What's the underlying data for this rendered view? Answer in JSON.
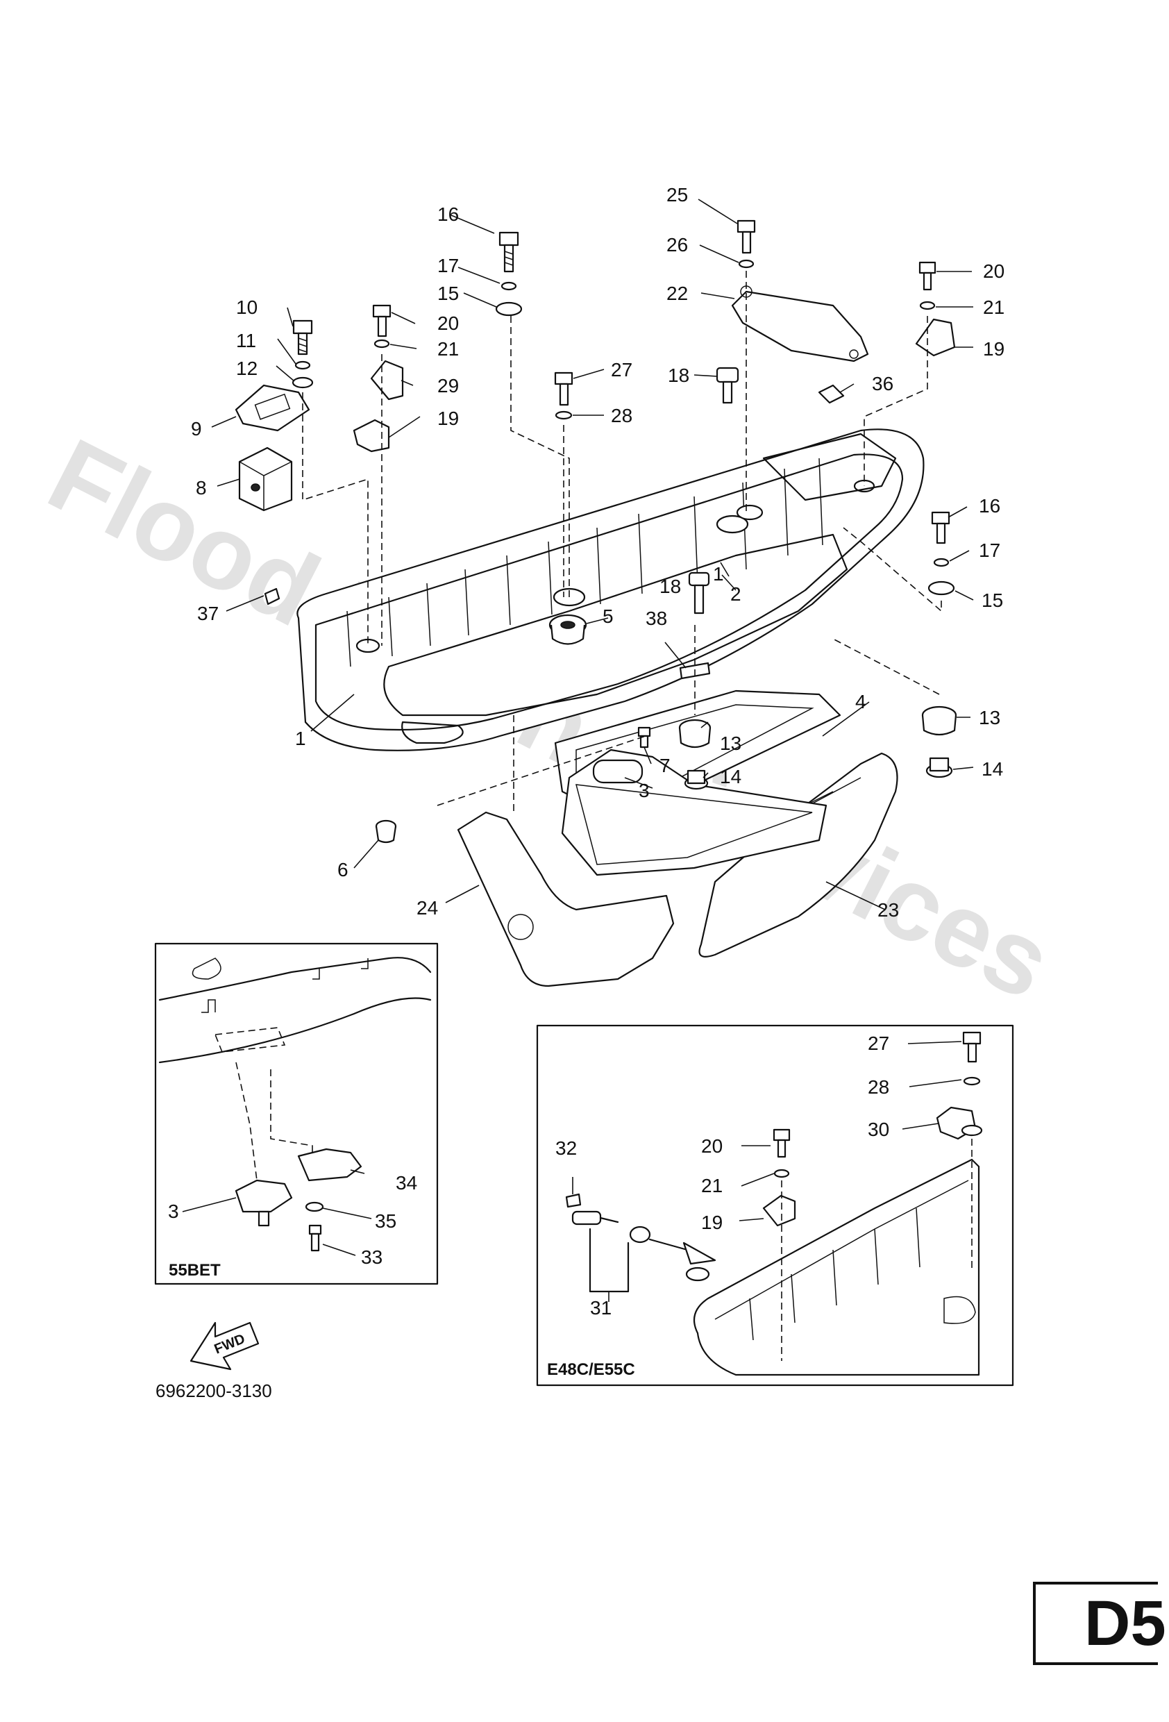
{
  "watermark": "Flood Marine Services",
  "part_number": "6962200-3130",
  "page_id": "D5",
  "direction_arrow": "FWD",
  "insets": {
    "left": "55BET",
    "right": "E48C/E55C"
  },
  "callouts": {
    "c1": "1",
    "c1b": "1",
    "c2": "2",
    "c3": "3",
    "c3b": "3",
    "c4": "4",
    "c5": "5",
    "c6": "6",
    "c7": "7",
    "c8": "8",
    "c9": "9",
    "c10": "10",
    "c11": "11",
    "c12": "12",
    "c13a": "13",
    "c13b": "13",
    "c14a": "14",
    "c14b": "14",
    "c15a": "15",
    "c15b": "15",
    "c16a": "16",
    "c16b": "16",
    "c17a": "17",
    "c17b": "17",
    "c18a": "18",
    "c18b": "18",
    "c19a": "19",
    "c19b": "19",
    "c19c": "19",
    "c20a": "20",
    "c20b": "20",
    "c20c": "20",
    "c21a": "21",
    "c21b": "21",
    "c21c": "21",
    "c22": "22",
    "c23": "23",
    "c24": "24",
    "c25": "25",
    "c26": "26",
    "c27a": "27",
    "c27b": "27",
    "c28a": "28",
    "c28b": "28",
    "c29": "29",
    "c30": "30",
    "c31": "31",
    "c32": "32",
    "c33": "33",
    "c34": "34",
    "c35": "35",
    "c36": "36",
    "c37": "37",
    "c38": "38"
  },
  "icons": {
    "fwd_arrow": "fwd-arrow-icon"
  }
}
